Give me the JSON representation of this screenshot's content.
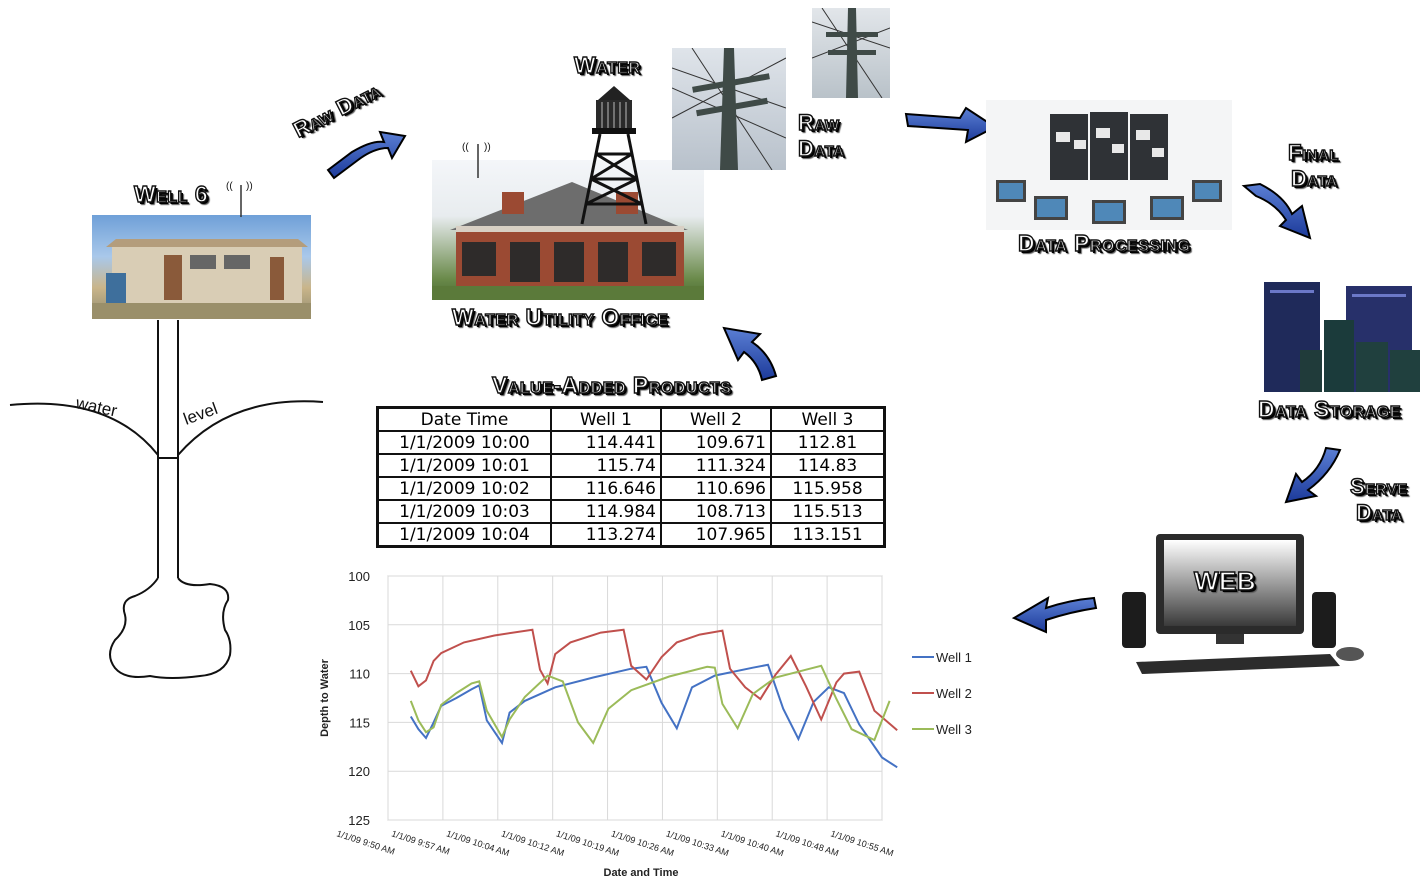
{
  "labels": {
    "well": "Well 6",
    "water": "Water",
    "raw_data_1": "Raw Data",
    "raw_data_2a": "Raw",
    "raw_data_2b": "Data",
    "water_utility_office": "Water Utility Office",
    "data_processing": "Data Processing",
    "final_a": "Final",
    "final_b": "Data",
    "data_storage": "Data Storage",
    "serve_a": "Serve",
    "serve_b": "Data",
    "web": "WEB",
    "value_added": "Value-Added Products",
    "water_word": "water",
    "level_word": "level"
  },
  "table": {
    "headers": [
      "Date Time",
      "Well 1",
      "Well 2",
      "Well 3"
    ],
    "rows": [
      [
        "1/1/2009 10:00",
        "114.441",
        "109.671",
        "112.81"
      ],
      [
        "1/1/2009 10:01",
        "115.74",
        "111.324",
        "114.83"
      ],
      [
        "1/1/2009 10:02",
        "116.646",
        "110.696",
        "115.958"
      ],
      [
        "1/1/2009 10:03",
        "114.984",
        "108.713",
        "115.513"
      ],
      [
        "1/1/2009 10:04",
        "113.274",
        "107.965",
        "113.151"
      ]
    ]
  },
  "chart_data": {
    "type": "line",
    "xlabel": "Date and Time",
    "ylabel": "Depth to Water",
    "ylim": [
      100,
      125
    ],
    "y_reversed": true,
    "yticks": [
      100,
      105,
      110,
      115,
      120,
      125
    ],
    "xticks": [
      "1/1/09 9:50 AM",
      "1/1/09 9:57 AM",
      "1/1/09 10:04 AM",
      "1/1/09 10:12 AM",
      "1/1/09 10:19 AM",
      "1/1/09 10:26 AM",
      "1/1/09 10:33 AM",
      "1/1/09 10:40 AM",
      "1/1/09 10:48 AM",
      "1/1/09 10:55 AM"
    ],
    "grid": true,
    "legend": "right",
    "x_range_minutes": [
      "9:50",
      "10:55"
    ],
    "series": [
      {
        "name": "Well 1",
        "color": "#4472c4",
        "points": [
          [
            9.53,
            114.4
          ],
          [
            9.54,
            115.7
          ],
          [
            9.55,
            116.6
          ],
          [
            9.56,
            115.0
          ],
          [
            9.57,
            113.3
          ],
          [
            9.59,
            112.5
          ],
          [
            10.01,
            111.6
          ],
          [
            10.02,
            111.2
          ],
          [
            10.03,
            114.8
          ],
          [
            10.05,
            117.1
          ],
          [
            10.06,
            114.0
          ],
          [
            10.08,
            112.8
          ],
          [
            10.12,
            111.4
          ],
          [
            10.17,
            110.4
          ],
          [
            10.22,
            109.5
          ],
          [
            10.24,
            109.3
          ],
          [
            10.26,
            113.0
          ],
          [
            10.28,
            115.6
          ],
          [
            10.3,
            111.4
          ],
          [
            10.33,
            110.2
          ],
          [
            10.38,
            109.4
          ],
          [
            10.4,
            109.1
          ],
          [
            10.42,
            113.6
          ],
          [
            10.44,
            116.7
          ],
          [
            10.46,
            112.9
          ],
          [
            10.48,
            111.4
          ],
          [
            10.5,
            112.0
          ],
          [
            10.52,
            115.2
          ],
          [
            10.55,
            118.6
          ],
          [
            10.57,
            119.6
          ]
        ]
      },
      {
        "name": "Well 2",
        "color": "#c0504d",
        "points": [
          [
            9.53,
            109.7
          ],
          [
            9.54,
            111.3
          ],
          [
            9.55,
            110.7
          ],
          [
            9.56,
            108.7
          ],
          [
            9.57,
            107.9
          ],
          [
            10.0,
            106.8
          ],
          [
            10.04,
            106.1
          ],
          [
            10.09,
            105.5
          ],
          [
            10.1,
            109.6
          ],
          [
            10.11,
            111.0
          ],
          [
            10.12,
            108.0
          ],
          [
            10.14,
            106.8
          ],
          [
            10.18,
            105.8
          ],
          [
            10.21,
            105.5
          ],
          [
            10.22,
            109.2
          ],
          [
            10.24,
            110.6
          ],
          [
            10.26,
            108.3
          ],
          [
            10.28,
            106.8
          ],
          [
            10.31,
            106.0
          ],
          [
            10.34,
            105.6
          ],
          [
            10.35,
            109.5
          ],
          [
            10.37,
            111.4
          ],
          [
            10.39,
            112.6
          ],
          [
            10.41,
            110.1
          ],
          [
            10.43,
            108.2
          ],
          [
            10.45,
            111.3
          ],
          [
            10.47,
            114.7
          ],
          [
            10.49,
            110.9
          ],
          [
            10.5,
            110.0
          ],
          [
            10.52,
            109.8
          ],
          [
            10.54,
            113.8
          ],
          [
            10.57,
            115.8
          ]
        ]
      },
      {
        "name": "Well 3",
        "color": "#9bbb59",
        "points": [
          [
            9.53,
            112.8
          ],
          [
            9.54,
            114.8
          ],
          [
            9.55,
            116.0
          ],
          [
            9.56,
            115.5
          ],
          [
            9.57,
            113.2
          ],
          [
            9.59,
            112.0
          ],
          [
            10.01,
            111.0
          ],
          [
            10.02,
            110.8
          ],
          [
            10.03,
            113.8
          ],
          [
            10.05,
            116.5
          ],
          [
            10.06,
            114.7
          ],
          [
            10.08,
            112.4
          ],
          [
            10.11,
            110.2
          ],
          [
            10.13,
            110.8
          ],
          [
            10.15,
            115.0
          ],
          [
            10.17,
            117.1
          ],
          [
            10.19,
            113.6
          ],
          [
            10.22,
            111.7
          ],
          [
            10.27,
            110.3
          ],
          [
            10.32,
            109.3
          ],
          [
            10.33,
            109.4
          ],
          [
            10.34,
            113.1
          ],
          [
            10.36,
            115.6
          ],
          [
            10.38,
            112.1
          ],
          [
            10.41,
            110.4
          ],
          [
            10.45,
            109.6
          ],
          [
            10.47,
            109.2
          ],
          [
            10.49,
            112.6
          ],
          [
            10.51,
            115.7
          ],
          [
            10.54,
            116.8
          ],
          [
            10.56,
            112.8
          ]
        ]
      }
    ]
  }
}
